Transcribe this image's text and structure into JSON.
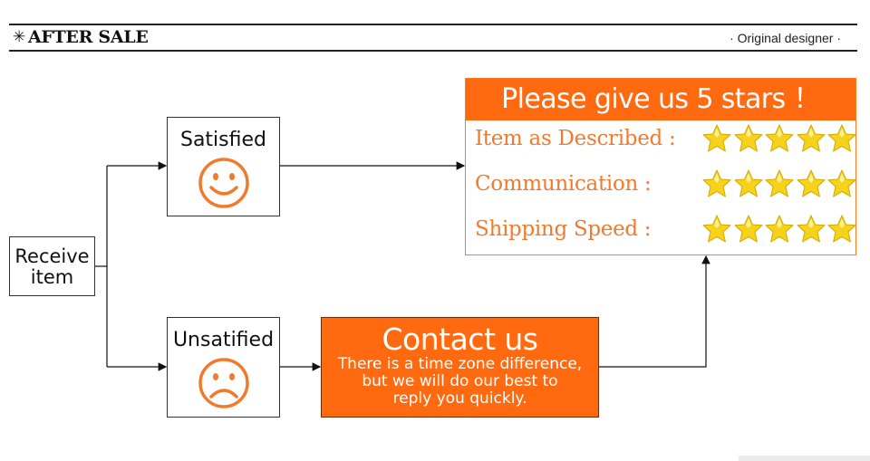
{
  "header": {
    "title": "AFTER SALE",
    "tagline": "· Original  designer ·"
  },
  "flow": {
    "start": "Receive item",
    "start_line1": "Receive",
    "start_line2": "item",
    "satisfied": {
      "label": "Satisfied",
      "icon": "smiley-face-icon"
    },
    "unsatisfied": {
      "label": "Unsatified",
      "icon": "sad-face-icon"
    },
    "contact": {
      "title": "Contact us",
      "line1": "There is a time zone difference,",
      "line2": "but we will do our best to",
      "line3": "reply you quickly."
    },
    "rating": {
      "title": "Please give us 5 stars  ！",
      "rows": [
        {
          "label": "Item as Described :",
          "stars": 5
        },
        {
          "label": "Communication :",
          "stars": 5
        },
        {
          "label": "Shipping Speed :",
          "stars": 5
        }
      ]
    }
  },
  "colors": {
    "accent": "#ff6a10",
    "rating_text": "#f07a2e",
    "star": "#f6d21a"
  }
}
